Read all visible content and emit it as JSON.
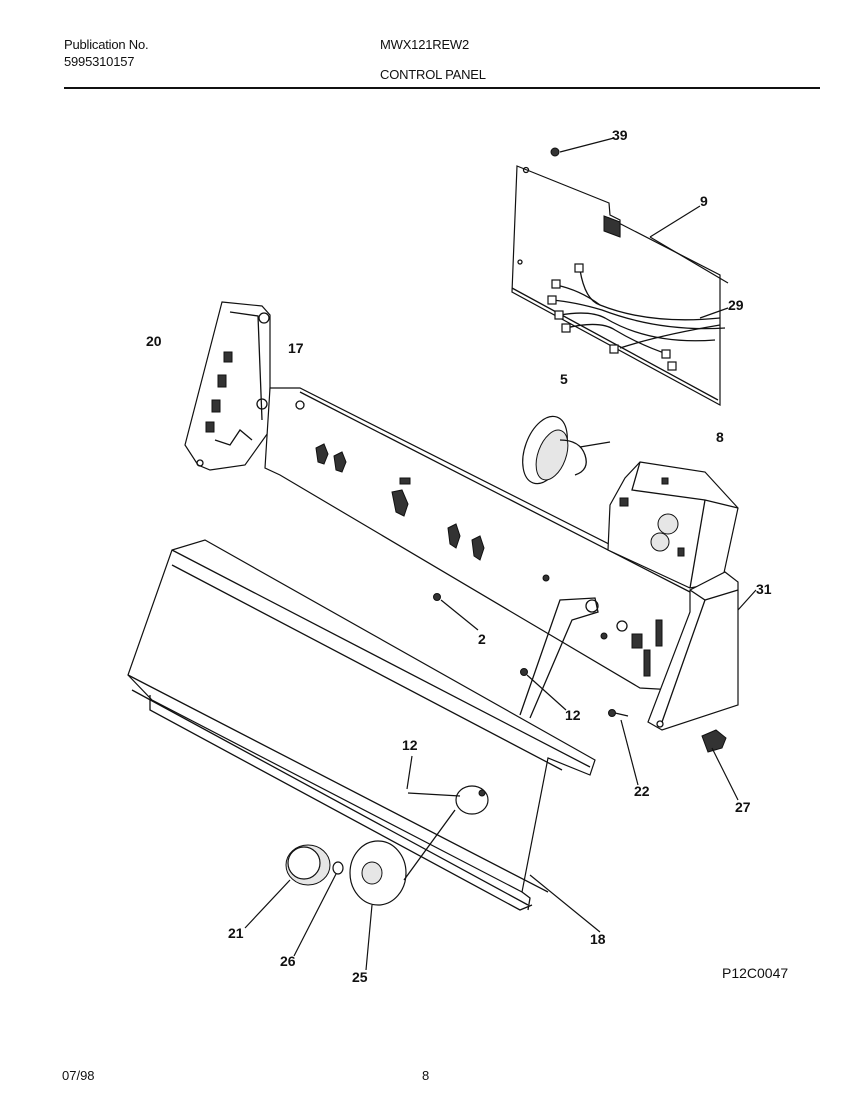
{
  "header": {
    "publication_label": "Publication No.",
    "publication_number": "5995310157",
    "model": "MWX121REW2",
    "section": "CONTROL PANEL"
  },
  "figure": {
    "code": "P12C0047",
    "callouts": {
      "c39": "39",
      "c9": "9",
      "c29": "29",
      "c20": "20",
      "c17": "17",
      "c5": "5",
      "c8": "8",
      "c31": "31",
      "c2": "2",
      "c12a": "12",
      "c22": "22",
      "c27": "27",
      "c12b": "12",
      "c18": "18",
      "c21": "21",
      "c26": "26",
      "c25": "25"
    }
  },
  "footer": {
    "date": "07/98",
    "page": "8"
  }
}
